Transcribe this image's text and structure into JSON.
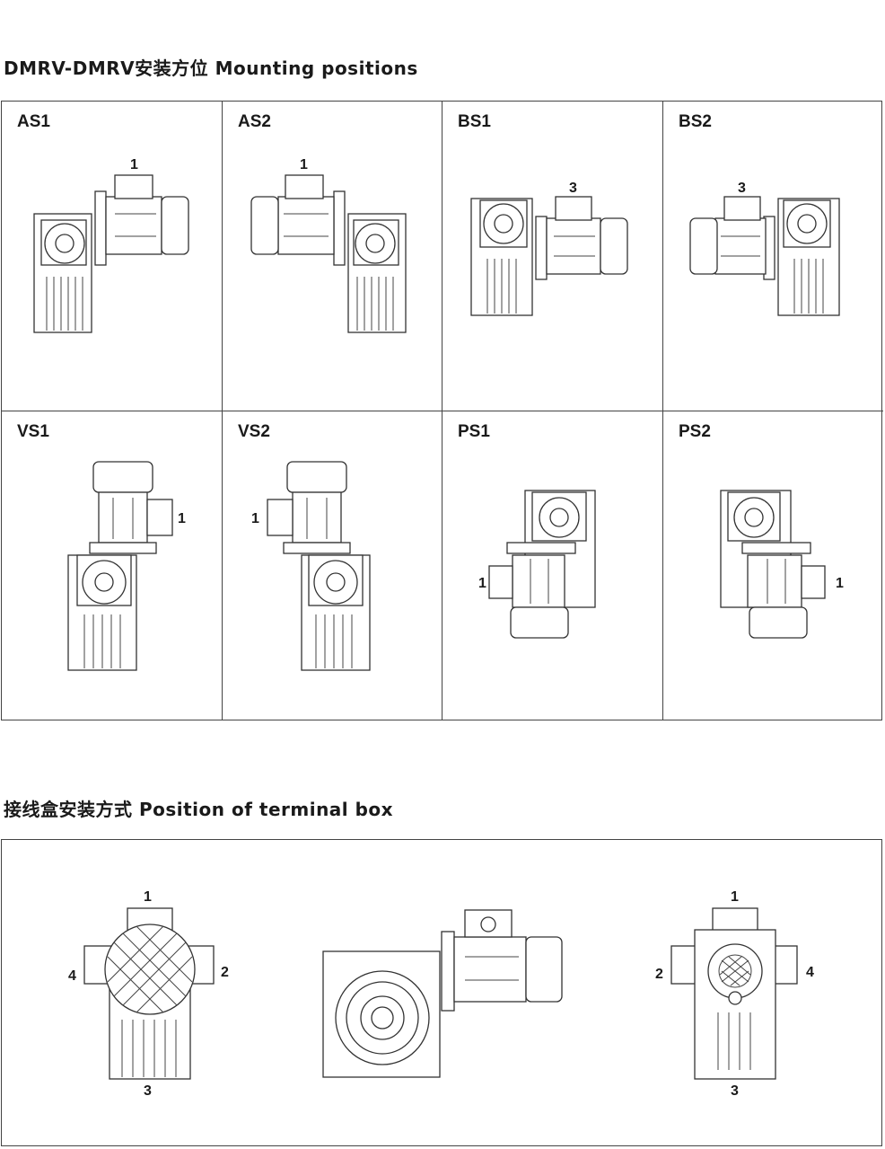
{
  "section1": {
    "title": "DMRV-DMRV安装方位 Mounting positions"
  },
  "positions": [
    {
      "label": "AS1",
      "callout": "1"
    },
    {
      "label": "AS2",
      "callout": "1"
    },
    {
      "label": "BS1",
      "callout": "3"
    },
    {
      "label": "BS2",
      "callout": "3"
    },
    {
      "label": "VS1",
      "callout": "1"
    },
    {
      "label": "VS2",
      "callout": "1"
    },
    {
      "label": "PS1",
      "callout": "1"
    },
    {
      "label": "PS2",
      "callout": "1"
    }
  ],
  "section2": {
    "title": "接线盒安装方式 Position of terminal box",
    "left_view": {
      "top": "1",
      "right": "2",
      "bottom": "3",
      "left": "4"
    },
    "right_view": {
      "top": "1",
      "left": "2",
      "bottom": "3",
      "right": "4"
    }
  }
}
